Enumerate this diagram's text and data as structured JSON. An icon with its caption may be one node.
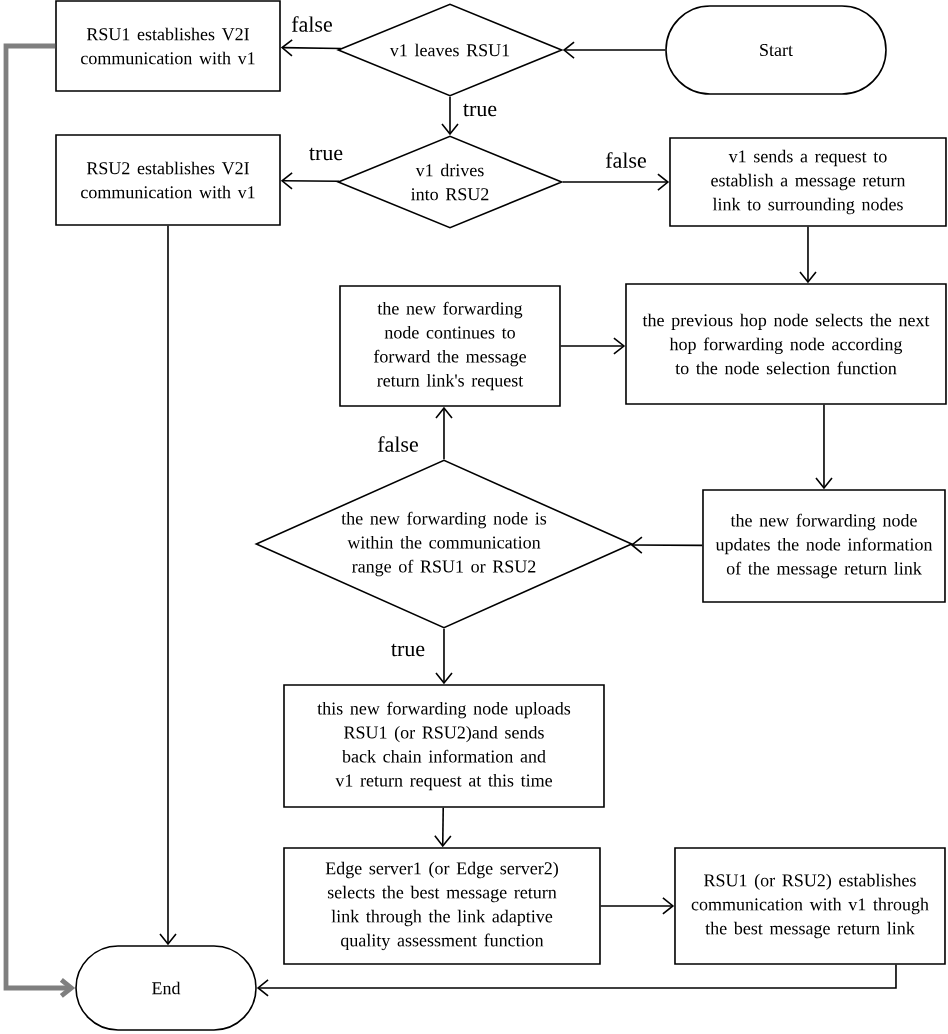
{
  "diagram": {
    "nodes": [
      {
        "text": [
          "Start"
        ]
      },
      {
        "text": [
          "v1 leaves RSU1"
        ]
      },
      {
        "text": [
          "RSU1 establishes V2I communication with v1"
        ]
      },
      {
        "text": [
          "v1 drives into RSU2"
        ]
      },
      {
        "text": [
          "RSU2 establishes V2I communication with v1"
        ]
      },
      {
        "text": [
          "v1  sends a request to establish a message return link to surrounding nodes"
        ]
      },
      {
        "text": [
          "the previous hop node selects the next hop forwarding node according to the node selection function"
        ]
      },
      {
        "text": [
          "the new forwarding node continues to forward the message return link's request"
        ]
      },
      {
        "text": [
          "the new forwarding node updates the node information of the message return link"
        ]
      },
      {
        "text": [
          "the new forwarding node is within the communication range of RSU1 or RSU2"
        ]
      },
      {
        "text": [
          "this new forwarding node uploads RSU1 (or RSU2)and sends back chain information and v1 return request at this time"
        ]
      },
      {
        "text": [
          "Edge server1 (or Edge server2) selects the best message return link through the link adaptive quality assessment function"
        ]
      },
      {
        "text": [
          "RSU1 (or RSU2) establishes communication with v1 through the best message return link"
        ]
      },
      {
        "text": [
          "End"
        ]
      }
    ],
    "edges": [
      {
        "from": 0,
        "to": 1,
        "arrow": "to"
      },
      {
        "from": 1,
        "to": 2,
        "arrow": "to",
        "label": "false"
      },
      {
        "from": 1,
        "to": 3,
        "arrow": "to",
        "label": "true"
      },
      {
        "from": 3,
        "to": 4,
        "arrow": "to",
        "label": "true"
      },
      {
        "from": 3,
        "to": 5,
        "arrow": "to",
        "label": "false"
      },
      {
        "from": 5,
        "to": 6,
        "arrow": "to"
      },
      {
        "from": 7,
        "to": 6,
        "arrow": "to"
      },
      {
        "from": 6,
        "to": 8,
        "arrow": "to"
      },
      {
        "from": 8,
        "to": 9,
        "arrow": "to"
      },
      {
        "from": 9,
        "to": 7,
        "arrow": "to",
        "label": "false"
      },
      {
        "from": 9,
        "to": 10,
        "arrow": "to",
        "label": "true"
      },
      {
        "from": 10,
        "to": 11,
        "arrow": "to"
      },
      {
        "from": 11,
        "to": 12,
        "arrow": "to"
      },
      {
        "from": 12,
        "to": 13,
        "arrow": "to"
      },
      {
        "from": 2,
        "to": 13,
        "arrow": "to",
        "color": "#7f7f7f",
        "style": "thick"
      },
      {
        "from": 4,
        "to": 13,
        "arrow": "to"
      }
    ]
  }
}
